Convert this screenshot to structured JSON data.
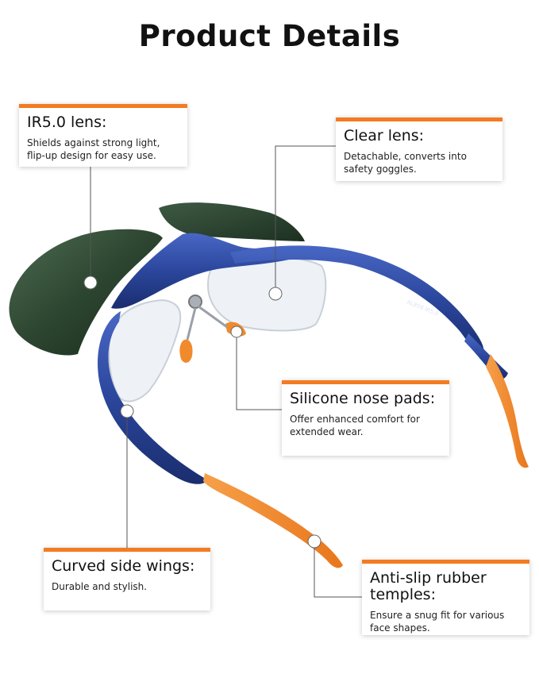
{
  "page": {
    "title": "Product Details"
  },
  "callouts": {
    "ir_lens": {
      "heading": "IR5.0 lens:",
      "text": "Shields against strong light, flip-up design for easy use."
    },
    "clear_lens": {
      "heading": "Clear lens:",
      "text": "Detachable, converts into safety goggles."
    },
    "nose_pads": {
      "heading": "Silicone nose pads:",
      "text": "Offer enhanced comfort for extended wear."
    },
    "side_wings": {
      "heading": "Curved side wings:",
      "text": "Durable and stylish."
    },
    "temples": {
      "heading": "Anti-slip rubber temples:",
      "text": "Ensure a snug fit for various face shapes."
    }
  },
  "product": {
    "frame_marking": "AL808  IR5.0"
  },
  "colors": {
    "accent": "#f37b22",
    "frame": "#2c47a0",
    "tint_lens": "#2f4a36",
    "rubber": "#f08a2c"
  }
}
